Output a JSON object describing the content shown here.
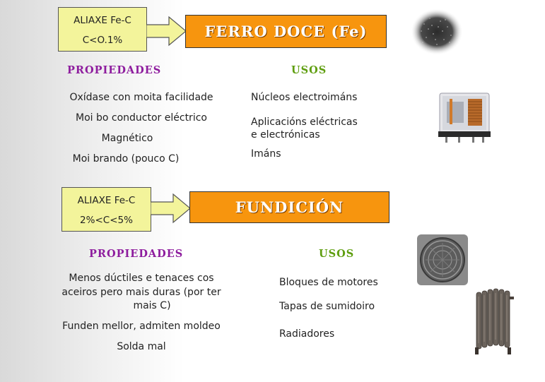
{
  "section1": {
    "alloy": {
      "line1": "ALIAXE Fe-C",
      "line2": "C<O.1%"
    },
    "title": "FERRO DOCE (Fe)",
    "propiedades_header": "PROPIEDADES",
    "usos_header": "USOS",
    "propiedades": [
      "Oxídase con moita facilidade",
      "Moi bo conductor eléctrico",
      "Magnético",
      "Moi brando (pouco C)"
    ],
    "usos": [
      "Núcleos electroimáns",
      "Aplicacións eléctricas",
      "e electrónicas",
      "Imáns"
    ]
  },
  "section2": {
    "alloy": {
      "line1": "ALIAXE Fe-C",
      "line2": "2%<C<5%"
    },
    "title": "FUNDICIÓN",
    "propiedades_header": "PROPIEDADES",
    "usos_header": "USOS",
    "propiedades": [
      "Menos dúctiles e tenaces cos",
      "aceiros pero mais duras (por ter",
      "mais C)",
      "Funden mellor, admiten moldeo",
      "Solda mal"
    ],
    "usos": [
      "Bloques de motores",
      "Tapas de sumidoiro",
      "Radiadores"
    ]
  },
  "colors": {
    "alloy_box": "#f3f49b",
    "title_box": "#f7950e",
    "propiedades": "#8e1d9e",
    "usos": "#5f9e10"
  },
  "images": [
    "iron-powder-image",
    "relay-image",
    "manhole-cover-image",
    "radiator-image"
  ]
}
